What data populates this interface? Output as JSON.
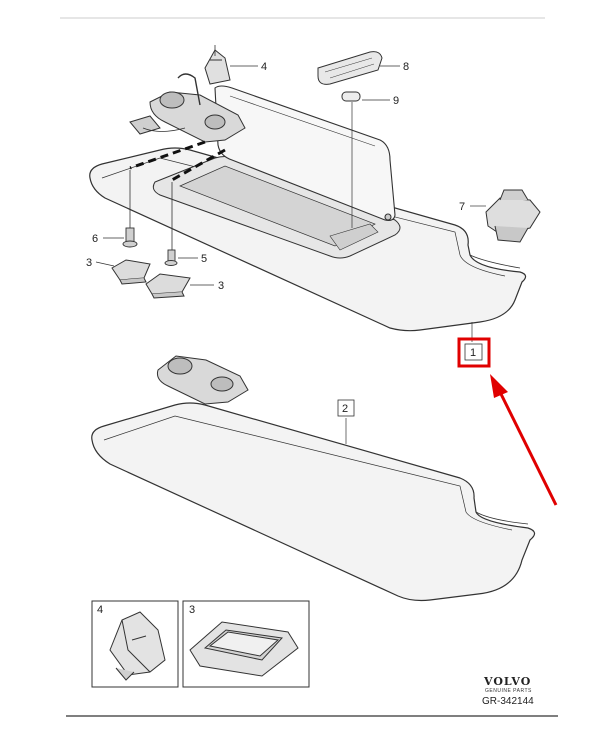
{
  "callouts": {
    "c1": "1",
    "c2": "2",
    "c3a": "3",
    "c3b": "3",
    "c4": "4",
    "c5": "5",
    "c6": "6",
    "c7": "7",
    "c8": "8",
    "c9": "9"
  },
  "insets": {
    "left_label": "4",
    "right_label": "3"
  },
  "brand": {
    "name": "VOLVO",
    "sub": "GENUINE PARTS"
  },
  "drawing_number": "GR-342144",
  "colors": {
    "highlight": "#e00000",
    "line": "#333333",
    "fill": "#f2f2f2"
  }
}
